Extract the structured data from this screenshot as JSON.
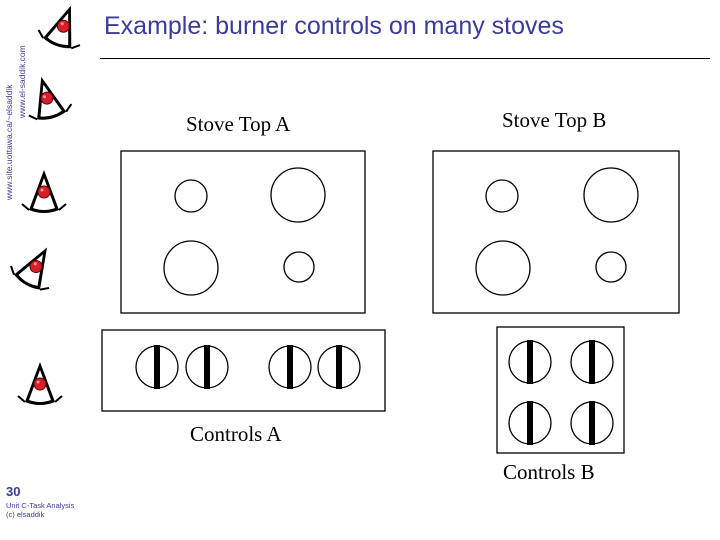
{
  "slide": {
    "title": "Example: burner controls on many stoves",
    "side_url_1": "www.site.uottawa.ca/~elsaddik",
    "side_url_2": "www.el-saddik.com",
    "number": "30",
    "footer_line1": "Unit C-Task Analysis",
    "footer_line2": "(c) elsaddik"
  },
  "labels": {
    "stove_a": "Stove Top A",
    "stove_b": "Stove Top B",
    "controls_a": "Controls A",
    "controls_b": "Controls B"
  },
  "icons": [
    "duke-mascot-icon",
    "duke-mascot-icon",
    "duke-mascot-icon",
    "duke-mascot-icon",
    "duke-mascot-icon"
  ],
  "colors": {
    "title": "#3b3b9a",
    "mascot_nose": "#d8202c"
  }
}
